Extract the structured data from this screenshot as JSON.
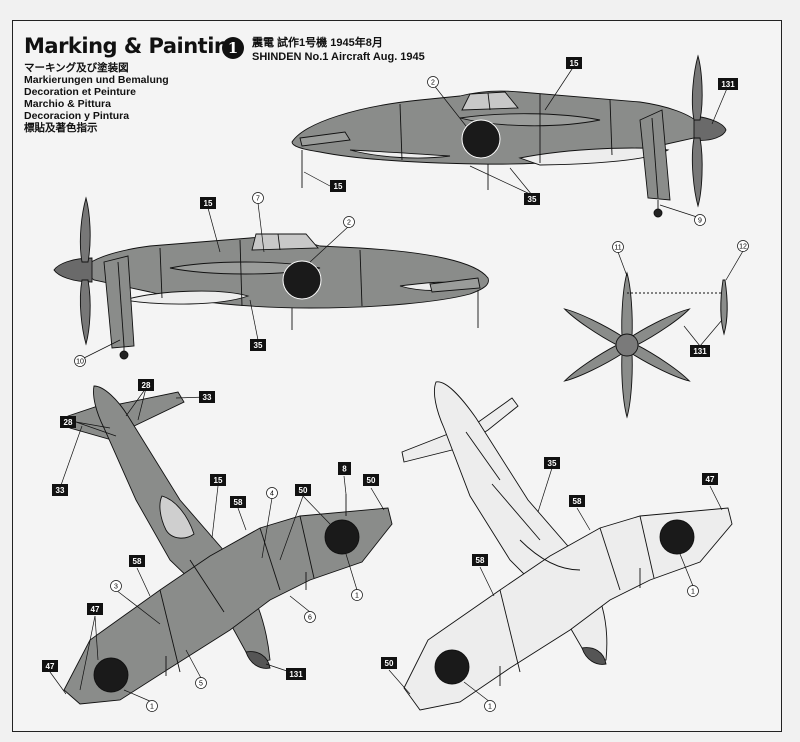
{
  "header": {
    "title": "Marking & Painting",
    "languages": [
      "マーキング及び塗装図",
      "Markierungen und Bemalung",
      "Decoration et Peinture",
      "Marchio & Pittura",
      "Decoracion y Pintura",
      "標貼及著色指示"
    ]
  },
  "scheme": {
    "number": "1",
    "title_jp": "震電 試作1号機 1945年8月",
    "title_en": "SHINDEN No.1 Aircraft  Aug. 1945"
  },
  "callouts": {
    "right_side": {
      "c1": "2",
      "c2": "15",
      "c3": "131",
      "c4": "15",
      "c5": "35",
      "c6": "9"
    },
    "left_side": {
      "c1": "15",
      "c2": "7",
      "c3": "2",
      "c4": "10",
      "c5": "35"
    },
    "propeller": {
      "c1": "11",
      "c2": "12",
      "c3": "131"
    },
    "top_view": {
      "c1": "28",
      "c2": "33",
      "c3": "28",
      "c4": "33",
      "c5": "15",
      "c6": "8",
      "c7": "50",
      "c8": "58",
      "c9": "4",
      "c10": "50",
      "c11": "58",
      "c12": "3",
      "c13": "47",
      "c14": "6",
      "c15": "1",
      "c16": "47",
      "c17": "5",
      "c18": "131",
      "c19": "1"
    },
    "bottom_view": {
      "c1": "35",
      "c2": "47",
      "c3": "58",
      "c4": "58",
      "c5": "1",
      "c6": "50",
      "c7": "1"
    }
  },
  "colors": {
    "upper_surface": "#8a8c8a",
    "under_surface": "#ededed",
    "hinomaru": "#1a1a1a",
    "line": "#111111"
  }
}
